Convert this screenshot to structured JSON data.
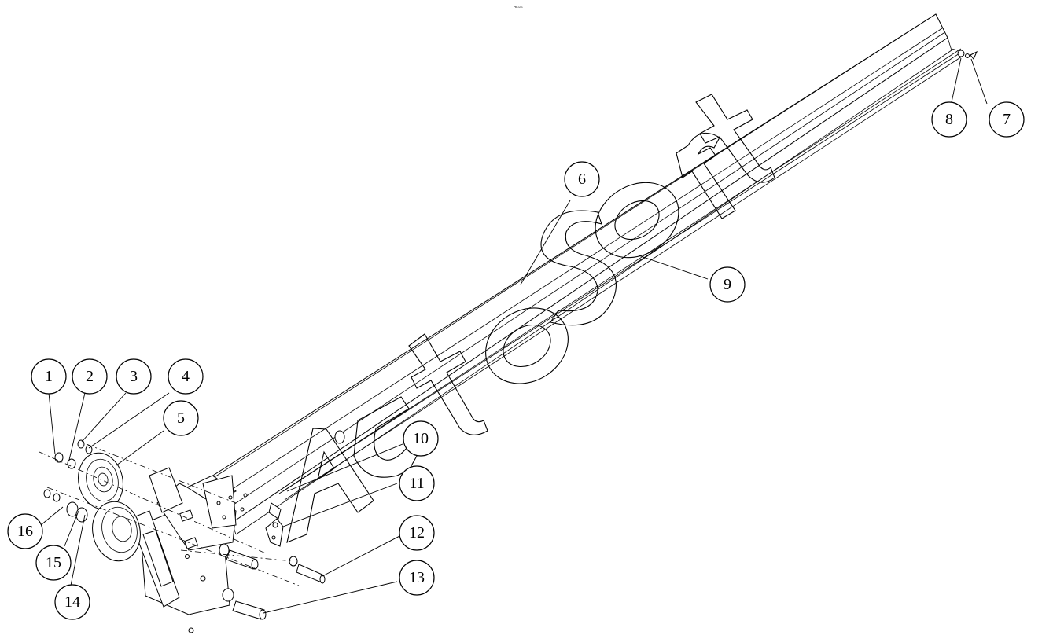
{
  "header": {
    "tiny_text": "ᴾ⁸ ᵒᵒᵒ"
  },
  "watermark": {
    "text": "AutoSoft"
  },
  "callouts": [
    {
      "label": "1"
    },
    {
      "label": "2"
    },
    {
      "label": "3"
    },
    {
      "label": "4"
    },
    {
      "label": "5"
    },
    {
      "label": "6"
    },
    {
      "label": "7"
    },
    {
      "label": "8"
    },
    {
      "label": "9"
    },
    {
      "label": "10"
    },
    {
      "label": "11"
    },
    {
      "label": "12"
    },
    {
      "label": "13"
    },
    {
      "label": "14"
    },
    {
      "label": "15"
    },
    {
      "label": "16"
    }
  ]
}
